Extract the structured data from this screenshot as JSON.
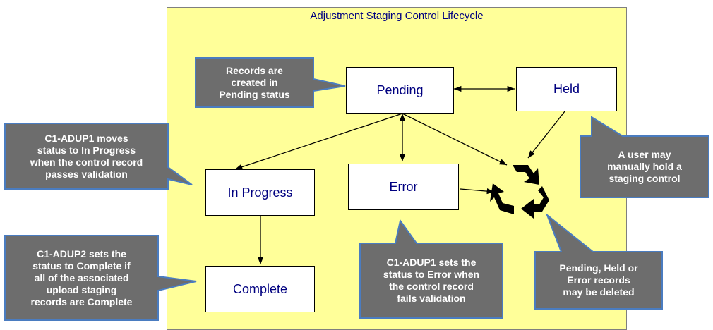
{
  "diagram": {
    "title": "Adjustment Staging Control Lifecycle",
    "colors": {
      "panel_background": "#ffff99",
      "state_text": "#000080",
      "callout_fill": "#6d6d6d",
      "callout_border": "#4a7cc0",
      "callout_text": "#ffffff"
    },
    "states": {
      "pending": "Pending",
      "held": "Held",
      "in_progress": "In Progress",
      "error": "Error",
      "complete": "Complete"
    },
    "callouts": {
      "records_created": "Records are\ncreated in\nPending status",
      "c1_adup1_moves": "C1-ADUP1 moves\nstatus to In Progress\nwhen the control record\npasses validation",
      "c1_adup2_sets": "C1-ADUP2 sets the\nstatus to Complete if\nall of the associated\nupload staging\nrecords are Complete",
      "c1_adup1_sets_error": "C1-ADUP1 sets the\nstatus to Error when\nthe control record\nfails validation",
      "user_hold": "A user may\nmanually hold a\nstaging control",
      "deleted": "Pending, Held or\nError records\nmay be deleted"
    },
    "icons": {
      "delete": "recycle-icon"
    }
  }
}
